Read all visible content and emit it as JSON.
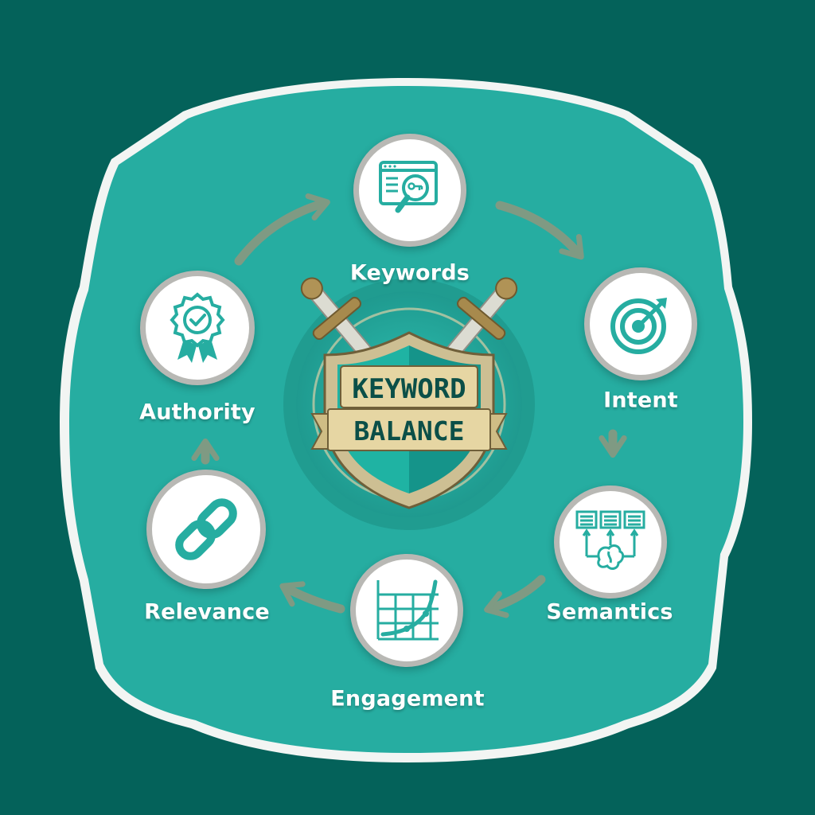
{
  "center": {
    "line1": "KEYWORD",
    "line2": "BALANCE"
  },
  "nodes": [
    {
      "id": "keywords",
      "label": "Keywords",
      "icon": "keyword-search-icon"
    },
    {
      "id": "intent",
      "label": "Intent",
      "icon": "target-icon"
    },
    {
      "id": "semantics",
      "label": "Semantics",
      "icon": "brain-structure-icon"
    },
    {
      "id": "engagement",
      "label": "Engagement",
      "icon": "growth-chart-icon"
    },
    {
      "id": "relevance",
      "label": "Relevance",
      "icon": "chain-link-icon"
    },
    {
      "id": "authority",
      "label": "Authority",
      "icon": "award-badge-icon"
    }
  ],
  "colors": {
    "background": "#04625a",
    "panel": "#26ada1",
    "icon": "#26ada1",
    "arrow": "#7f9a83",
    "banner": "#e6d6a3",
    "shield_frame": "#cdbf93"
  }
}
